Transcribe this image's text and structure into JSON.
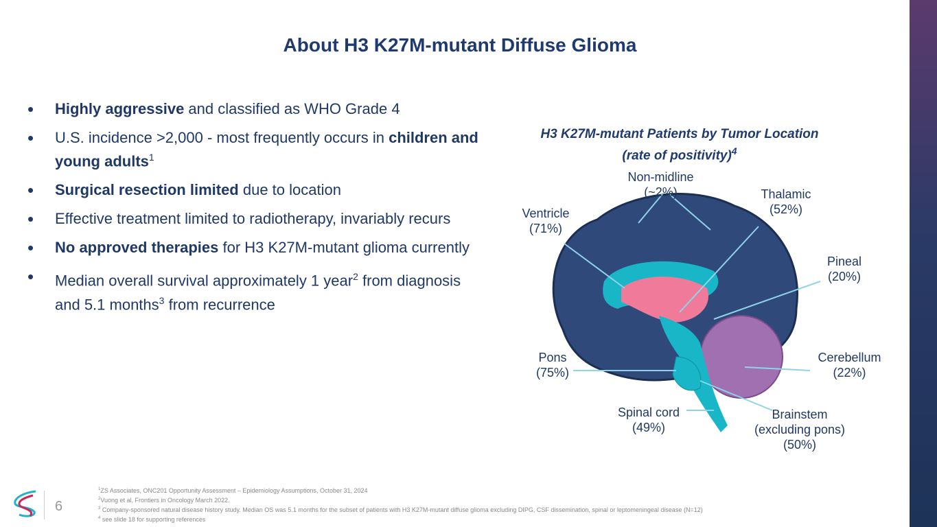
{
  "title": "About H3 K27M-mutant Diffuse Glioma",
  "bullets": [
    {
      "bold": "Highly aggressive",
      "text": " and classified as WHO Grade 4"
    },
    {
      "text": "U.S. incidence >2,000 - most frequently occurs in ",
      "bold": "children and young adults",
      "sup": "1"
    },
    {
      "bold": "Surgical resection limited",
      "text": " due to location"
    },
    {
      "text": "Effective treatment limited to radiotherapy, invariably recurs"
    },
    {
      "bold": "No approved therapies",
      "text": " for H3 K27M-mutant glioma currently"
    },
    {
      "text": "Median overall survival approximately 1 year",
      "sup": "2",
      "text2": " from diagnosis and 5.1 months",
      "sup2": "3",
      "text3": " from recurrence"
    }
  ],
  "chart": {
    "title_line1": "H3 K27M-mutant Patients by Tumor Location",
    "title_line2": "(rate of positivity)",
    "title_sup": "4",
    "labels": [
      {
        "name": "Non-midline",
        "value": "(~2%)"
      },
      {
        "name": "Thalamic",
        "value": "(52%)"
      },
      {
        "name": "Ventricle",
        "value": "(71%)"
      },
      {
        "name": "Pineal",
        "value": "(20%)"
      },
      {
        "name": "Pons",
        "value": "(75%)"
      },
      {
        "name": "Cerebellum",
        "value": "(22%)"
      },
      {
        "name": "Spinal cord",
        "value": "(49%)"
      },
      {
        "name": "Brainstem",
        "value": "(excluding pons)",
        "value2": "(50%)"
      }
    ]
  },
  "footer": {
    "page": "6",
    "notes": [
      {
        "sup": "1",
        "text": "ZS Associates, ONC201 Opportunity Assessment – Epidemiology Assumptions, October 31, 2024"
      },
      {
        "sup": "2",
        "text": "Vuong et al, Frontiers in Oncology March 2022."
      },
      {
        "sup": "3",
        "text": " Company-sponsored natural disease history study. Median OS was 5.1 months for the subset of patients with H3 K27M-mutant diffuse glioma excluding DIPG, CSF dissemination, spinal or leptomeningeal disease (N=12)"
      },
      {
        "sup": "4",
        "text": " see slide 18 for supporting references"
      }
    ]
  },
  "colors": {
    "title": "#1f3a6e",
    "brain": "#2f4a7a",
    "cyan": "#19b6c8",
    "pink": "#f07a9a",
    "purple": "#a070b0"
  }
}
